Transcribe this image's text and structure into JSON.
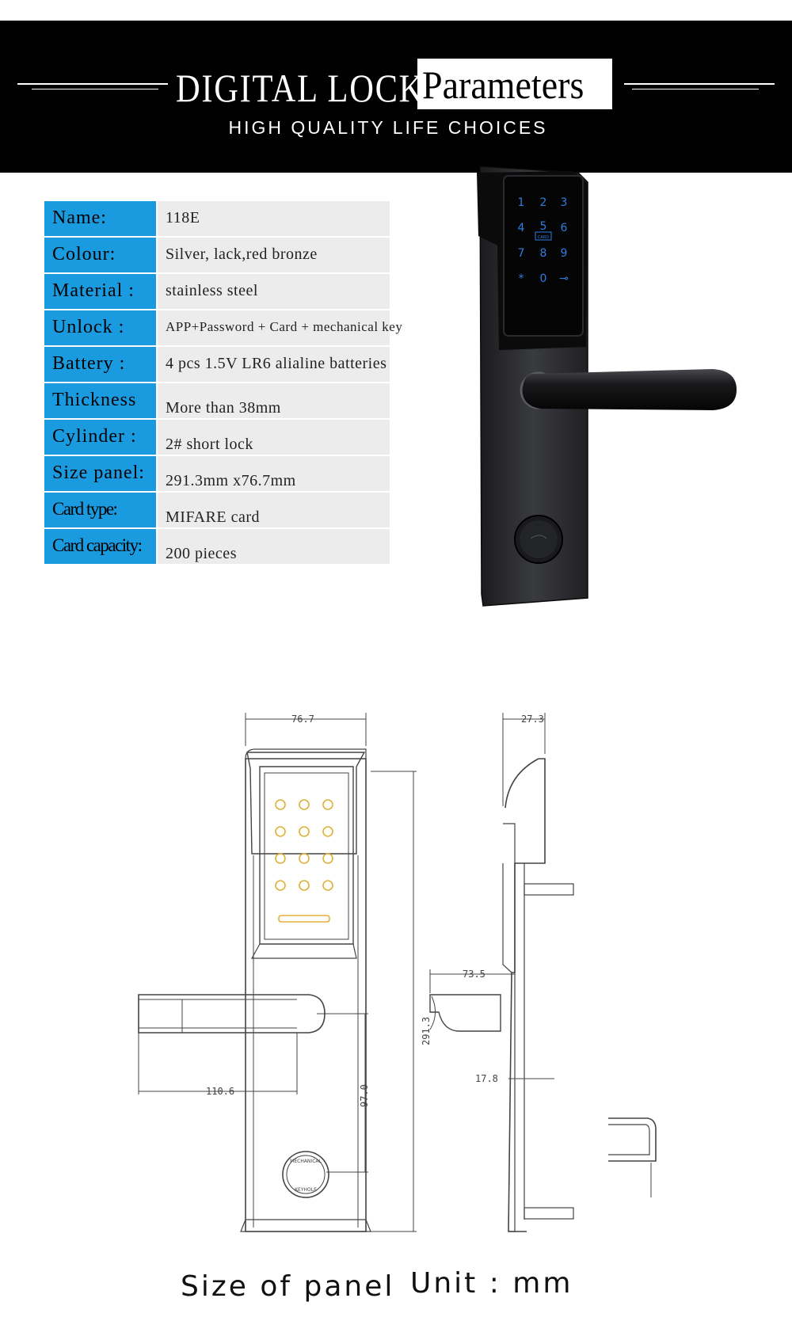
{
  "header": {
    "title_left": "DIGITAL LOCK",
    "title_right": "Parameters",
    "subtitle": "HIGH QUALITY LIFE CHOICES"
  },
  "specs": [
    {
      "label": "Name:",
      "value": "118E"
    },
    {
      "label": "Colour:",
      "value": "Silver, lack,red bronze"
    },
    {
      "label": "Material :",
      "value": "stainless steel"
    },
    {
      "label": "Unlock :",
      "value": "APP+Password + Card + mechanical key"
    },
    {
      "label": "Battery :",
      "value": "4 pcs 1.5V LR6 alialine batteries"
    },
    {
      "label": "Thickness",
      "value": "More than 38mm"
    },
    {
      "label": "Cylinder :",
      "value": "2# short lock"
    },
    {
      "label": "Size panel:",
      "value": "291.3mm x76.7mm"
    },
    {
      "label": "Card type:",
      "value": "MIFARE card"
    },
    {
      "label": "Card capacity:",
      "value": "200 pieces"
    }
  ],
  "keypad": {
    "keys": [
      "1",
      "2",
      "3",
      "4",
      "5",
      "6",
      "7",
      "8",
      "9",
      "*",
      "0",
      "⊸"
    ],
    "card_label": "CARD"
  },
  "drawing": {
    "dim_width": "76.7",
    "dim_depth": "27.3",
    "dim_height": "291.3",
    "dim_handle_length": "110.6",
    "dim_handle_to_keyhole": "97.0",
    "dim_handle_projection": "73.5",
    "dim_gap": "17.8",
    "keyhole_top": "MECHANICAL",
    "keyhole_bottom": "KEYHOLE"
  },
  "footer": {
    "left": "Size of panel",
    "right": "Unit : mm"
  },
  "colors": {
    "header_bg": "#000000",
    "label_bg": "#1a9be0",
    "value_bg": "#ececec",
    "keypad_light": "#2f7de0"
  }
}
